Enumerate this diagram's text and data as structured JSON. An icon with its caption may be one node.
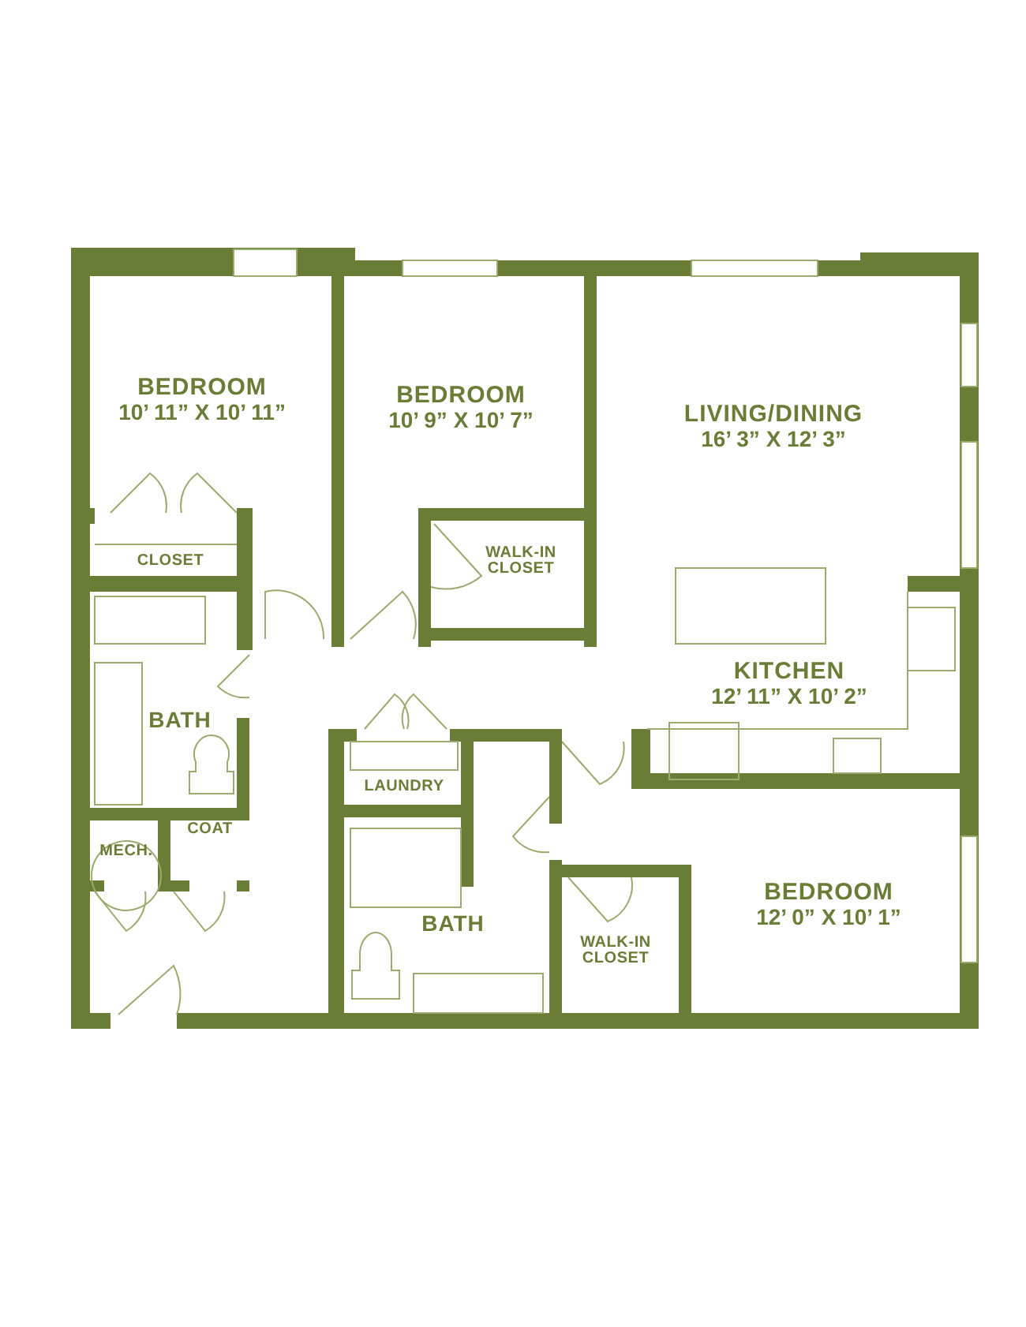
{
  "diagram": {
    "nodes": [
      {
        "text": [
          "BEDROOM",
          "10’ 11” X 10’ 11”"
        ]
      },
      {
        "text": [
          "BEDROOM",
          "10’ 9” X 10’ 7”"
        ]
      },
      {
        "text": [
          "LIVING/DINING",
          "16’ 3” X 12’ 3”"
        ]
      },
      {
        "text": [
          "CLOSET"
        ]
      },
      {
        "text": [
          "WALK-IN CLOSET"
        ]
      },
      {
        "text": [
          "KITCHEN",
          "12’ 11” X 10’ 2”"
        ]
      },
      {
        "text": [
          "BATH"
        ]
      },
      {
        "text": [
          "LAUNDRY"
        ]
      },
      {
        "text": [
          "COAT"
        ]
      },
      {
        "text": [
          "MECH."
        ]
      },
      {
        "text": [
          "BEDROOM",
          "12’ 0” X 10’ 1”"
        ]
      },
      {
        "text": [
          "BATH"
        ]
      },
      {
        "text": [
          "WALK-IN CLOSET"
        ]
      }
    ]
  }
}
